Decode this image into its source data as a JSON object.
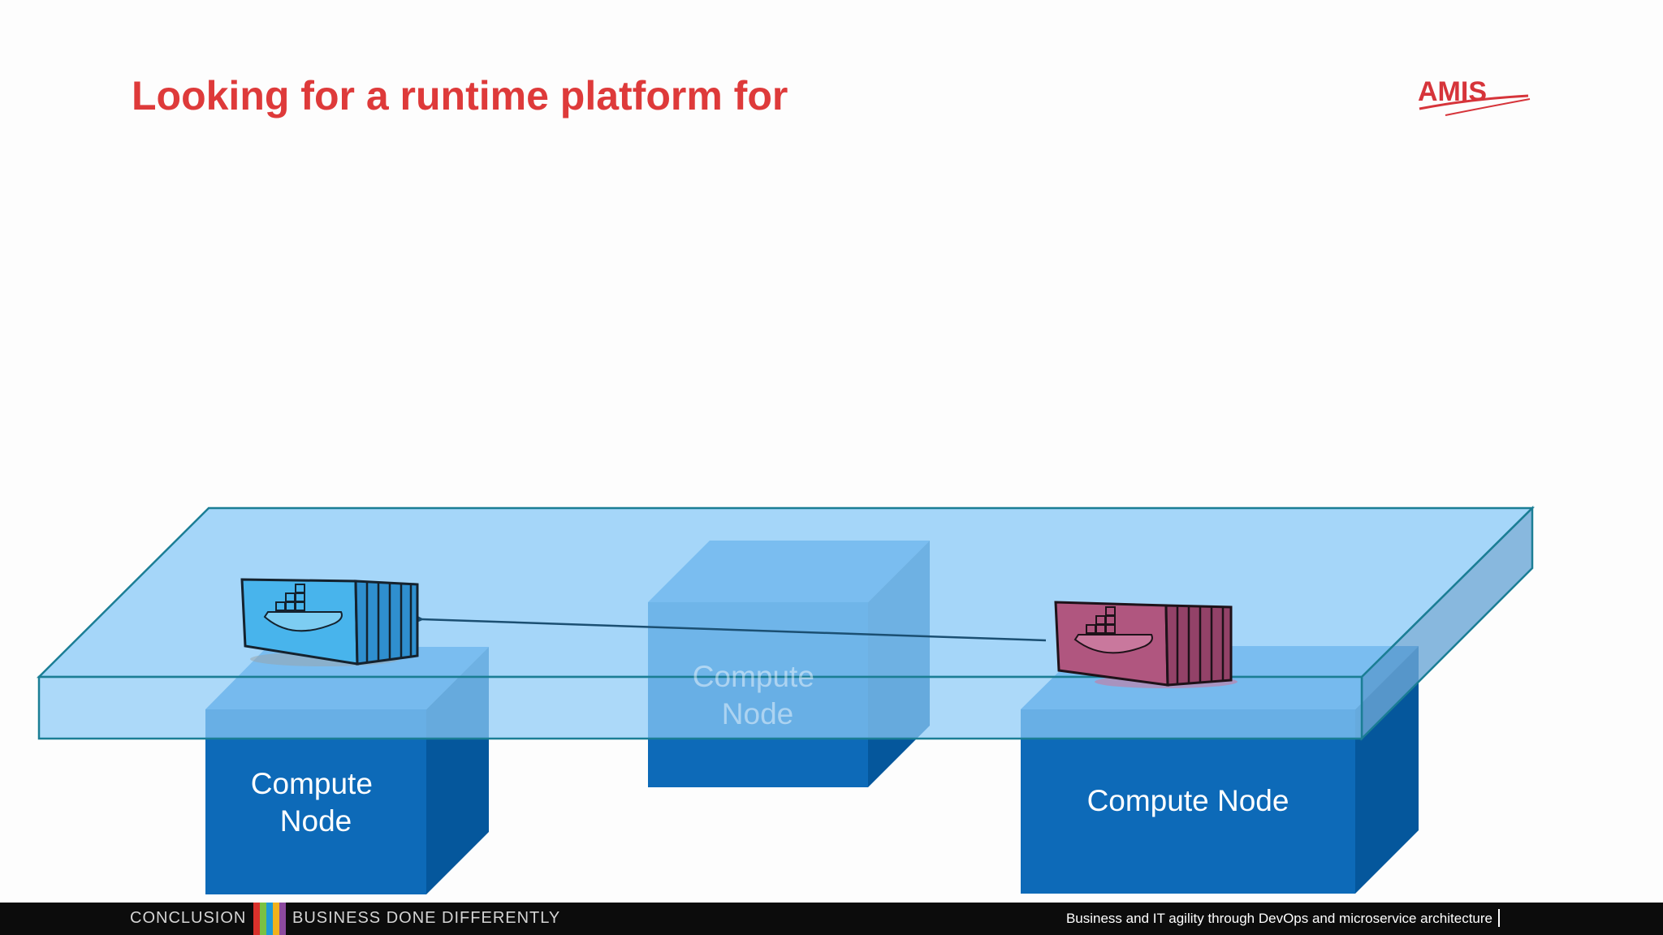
{
  "slide": {
    "title": "Looking for a runtime platform for"
  },
  "logo": {
    "text": "AMIS",
    "color": "#d6343a"
  },
  "diagram": {
    "nodes": [
      {
        "label_lines": [
          "Compute",
          "Node"
        ]
      },
      {
        "label_lines": [
          "Compute",
          "Node"
        ]
      },
      {
        "label_lines": [
          "Compute Node"
        ]
      }
    ],
    "containers": [
      {
        "color": "blue",
        "icon": "docker-whale-icon"
      },
      {
        "color": "pink",
        "icon": "docker-whale-icon"
      }
    ],
    "colors": {
      "node_front": "#0d6ab8",
      "node_side": "#05579c",
      "node_top": "#3d8fd6",
      "platform_fill": "#8ccaf7",
      "platform_edge": "#1b7e95",
      "container_blue": "#48b4ec",
      "container_pink": "#b0567f",
      "arrow": "#1b4f72"
    }
  },
  "footer": {
    "section": "CONCLUSION",
    "brand": "BUSINESS DONE DIFFERENTLY",
    "tagline": "Business and IT agility through DevOps and microservice architecture",
    "stripe_colors": [
      "#d9312b",
      "#7ac143",
      "#1f9ad6",
      "#f2b21b",
      "#8c4a9e"
    ]
  }
}
